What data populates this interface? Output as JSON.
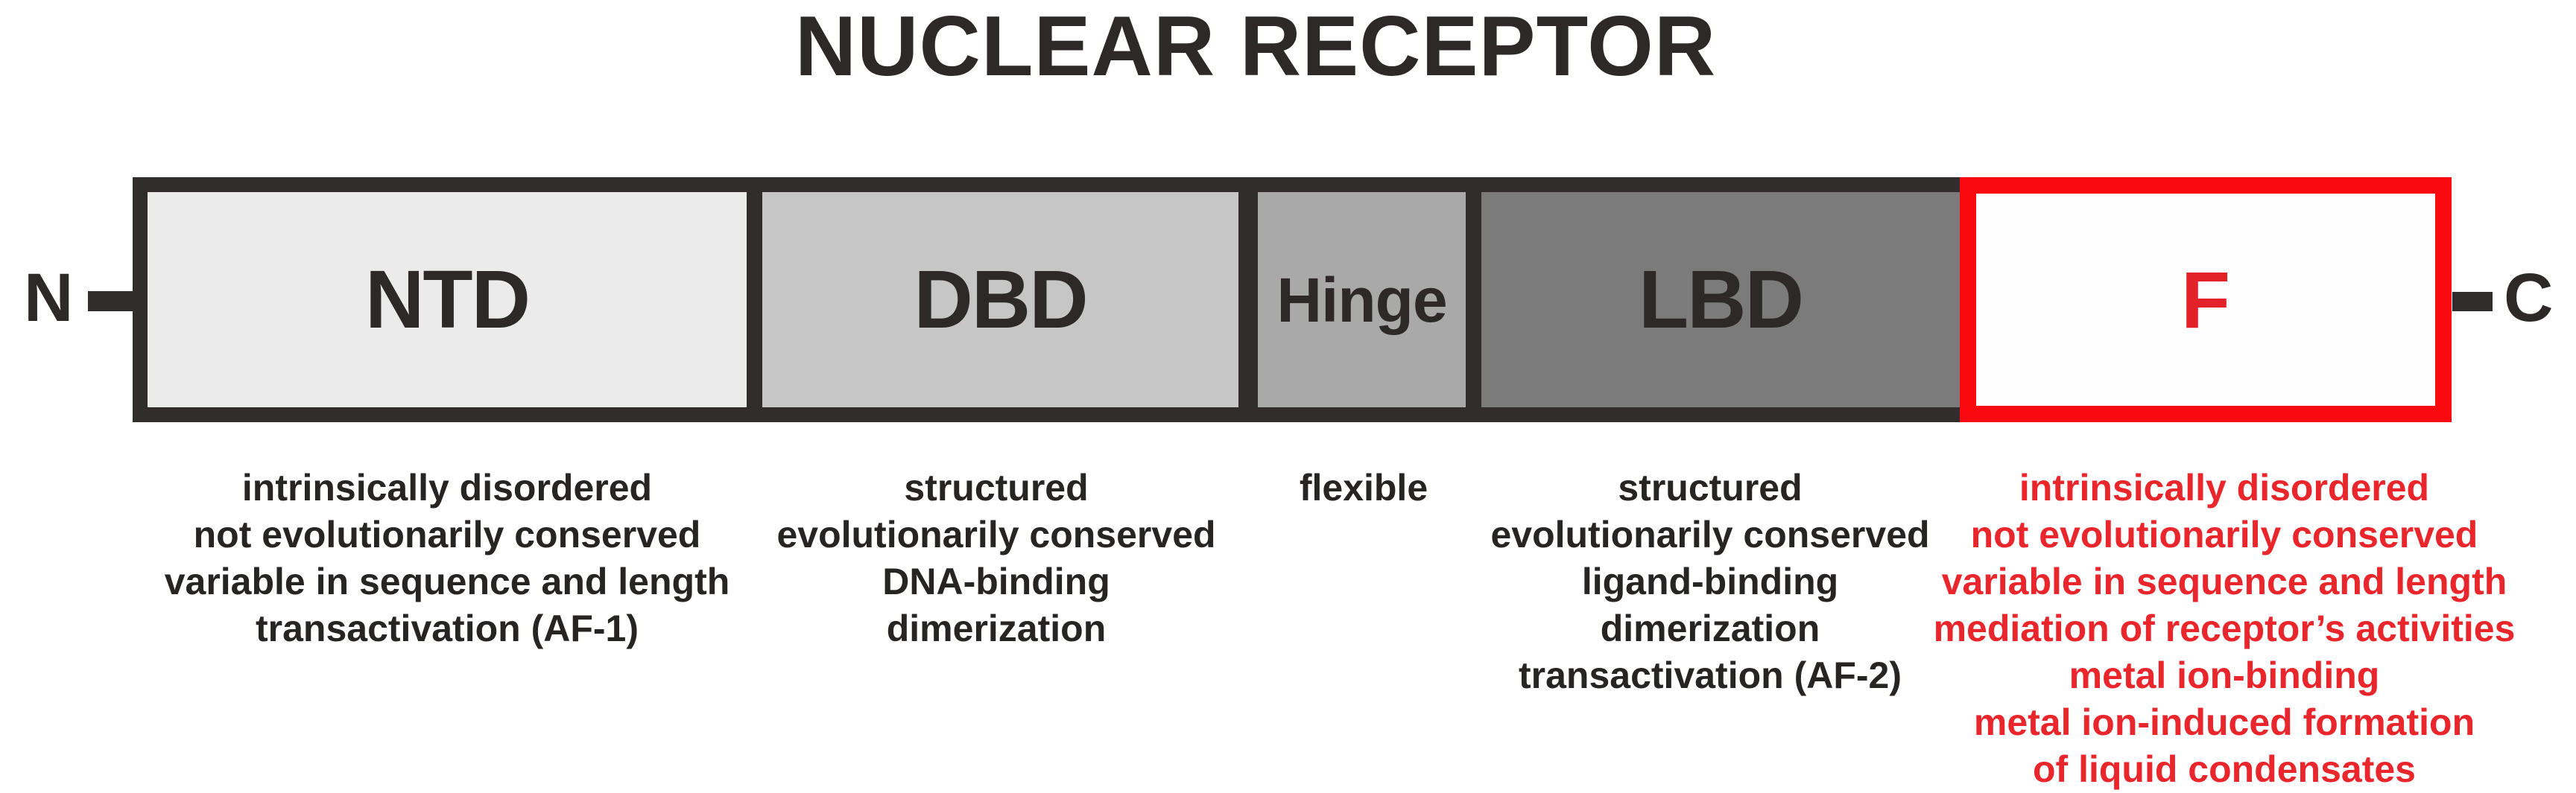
{
  "title": "NUCLEAR RECEPTOR",
  "terminals": {
    "n_label": "N",
    "c_label": "C"
  },
  "domains": [
    {
      "id": "ntd",
      "label": "NTD",
      "fill_color": "#ebebeb",
      "features": [
        "intrinsically disordered",
        "not evolutionarily conserved",
        "variable in sequence and length",
        "transactivation (AF-1)"
      ]
    },
    {
      "id": "dbd",
      "label": "DBD",
      "fill_color": "#c6c6c6",
      "features": [
        "structured",
        "evolutionarily conserved",
        "DNA-binding",
        "dimerization"
      ]
    },
    {
      "id": "hinge",
      "label": "Hinge",
      "fill_color": "#a9a9a9",
      "features": [
        "flexible"
      ]
    },
    {
      "id": "lbd",
      "label": "LBD",
      "fill_color": "#7b7b7b",
      "features": [
        "structured",
        "evolutionarily conserved",
        "ligand-binding",
        "dimerization",
        "transactivation (AF-2)"
      ]
    },
    {
      "id": "f",
      "label": "F",
      "fill_color": "#fefefe",
      "features": [
        "intrinsically disordered",
        "not evolutionarily conserved",
        "variable in sequence and length",
        "mediation of receptor’s activities",
        "metal ion-binding",
        "metal ion-induced formation",
        "of liquid condensates"
      ]
    }
  ],
  "colors": {
    "bar_border_dark": "#312d2d",
    "title_text": "#2d2929",
    "feature_text_dark": "#272424",
    "f_border_red": "#fa0a0f",
    "f_text_red": "#e8262c"
  }
}
